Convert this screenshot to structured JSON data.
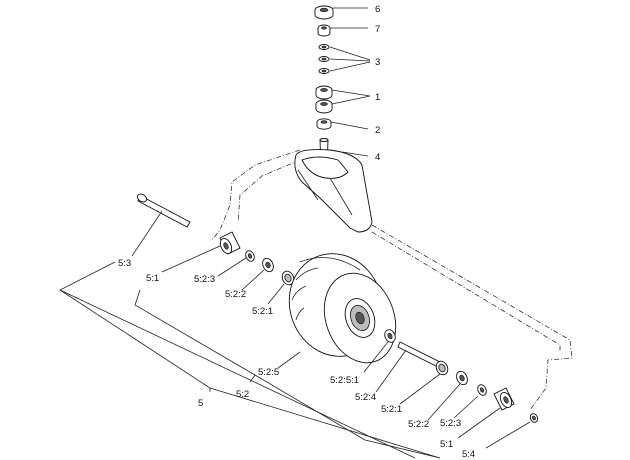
{
  "diagram": {
    "callouts": {
      "c6": "6",
      "c7": "7",
      "c3": "3",
      "c1": "1",
      "c2": "2",
      "c4": "4",
      "c5_3": "5:3",
      "c5_1_left": "5:1",
      "c5_2_3_left": "5:2:3",
      "c5_2_2_left": "5:2:2",
      "c5_2_1_left": "5:2:1",
      "c5_2_5": "5:2:5",
      "c5_2_5_1": "5:2:5:1",
      "c5_2_4": "5:2:4",
      "c5_2_1_right": "5:2:1",
      "c5_2_2_right": "5:2:2",
      "c5_2_3_right": "5:2:3",
      "c5_2": "5:2",
      "c5": "5",
      "c5_1_right": "5:1",
      "c5_4": "5:4"
    }
  }
}
